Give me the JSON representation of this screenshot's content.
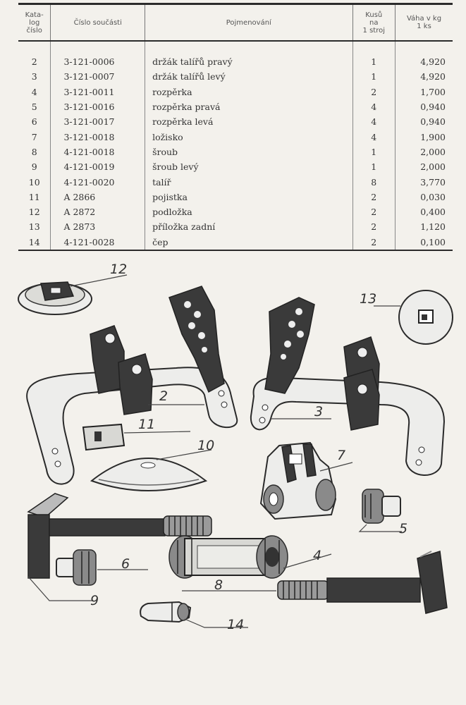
{
  "table": {
    "headers": [
      "Kata-\nlog\nčíslo",
      "Číslo součásti",
      "Pojmenování",
      "Kusů\nna\n1 stroj",
      "Váha v kg\n1 ks"
    ],
    "rows": [
      {
        "cat": "2",
        "part": "3-121-0006",
        "name": "držák talířů pravý",
        "qty": "1",
        "weight": "4,920"
      },
      {
        "cat": "3",
        "part": "3-121-0007",
        "name": "držák talířů levý",
        "qty": "1",
        "weight": "4,920"
      },
      {
        "cat": "4",
        "part": "3-121-0011",
        "name": "rozpěrka",
        "qty": "2",
        "weight": "1,700"
      },
      {
        "cat": "5",
        "part": "3-121-0016",
        "name": "rozpěrka pravá",
        "qty": "4",
        "weight": "0,940"
      },
      {
        "cat": "6",
        "part": "3-121-0017",
        "name": "rozpěrka levá",
        "qty": "4",
        "weight": "0,940"
      },
      {
        "cat": "7",
        "part": "3-121-0018",
        "name": "ložisko",
        "qty": "4",
        "weight": "1,900"
      },
      {
        "cat": "8",
        "part": "4-121-0018",
        "name": "šroub",
        "qty": "1",
        "weight": "2,000"
      },
      {
        "cat": "9",
        "part": "4-121-0019",
        "name": "šroub levý",
        "qty": "1",
        "weight": "2,000"
      },
      {
        "cat": "10",
        "part": "4-121-0020",
        "name": "talíř",
        "qty": "8",
        "weight": "3,770"
      },
      {
        "cat": "11",
        "part": "A 2866",
        "name": "pojistka",
        "qty": "2",
        "weight": "0,030"
      },
      {
        "cat": "12",
        "part": "A 2872",
        "name": "podložka",
        "qty": "2",
        "weight": "0,400"
      },
      {
        "cat": "13",
        "part": "A 2873",
        "name": "příložka zadní",
        "qty": "2",
        "weight": "1,120"
      },
      {
        "cat": "14",
        "part": "4-121-0028",
        "name": "čep",
        "qty": "2",
        "weight": "0,100"
      }
    ]
  },
  "drawing": {
    "callouts": {
      "c2": "2",
      "c3": "3",
      "c4": "4",
      "c5": "5",
      "c6": "6",
      "c7": "7",
      "c8": "8",
      "c9": "9",
      "c10": "10",
      "c11": "11",
      "c12": "12",
      "c13": "13",
      "c14": "14"
    }
  }
}
